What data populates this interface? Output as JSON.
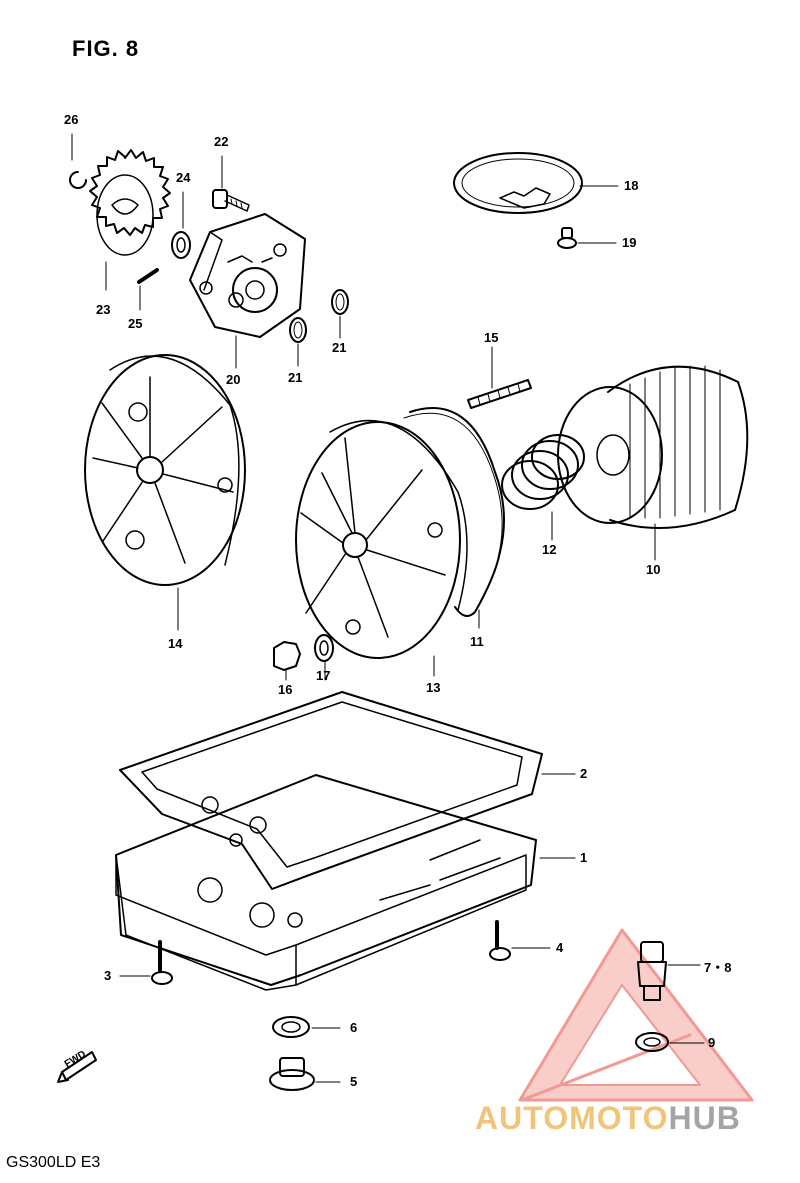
{
  "figure": {
    "title": "FIG. 8",
    "model": "GS300LD E3"
  },
  "labels": {
    "n1": "1",
    "n2": "2",
    "n3": "3",
    "n4": "4",
    "n5": "5",
    "n6": "6",
    "n78": "7・8",
    "n9": "9",
    "n10": "10",
    "n11": "11",
    "n12": "12",
    "n13": "13",
    "n14": "14",
    "n15": "15",
    "n16": "16",
    "n17": "17",
    "n18": "18",
    "n19": "19",
    "n20": "20",
    "n21a": "21",
    "n21b": "21",
    "n22": "22",
    "n23": "23",
    "n24": "24",
    "n25": "25",
    "n26": "26",
    "fwd": "FWD"
  },
  "watermark": {
    "part1": "AUTOMOTO",
    "part2": "HUB",
    "color1": "#f2c47a",
    "color2": "#a4a4a4",
    "logo_color": "#e8463c"
  },
  "colors": {
    "line": "#000000",
    "background": "#ffffff"
  }
}
